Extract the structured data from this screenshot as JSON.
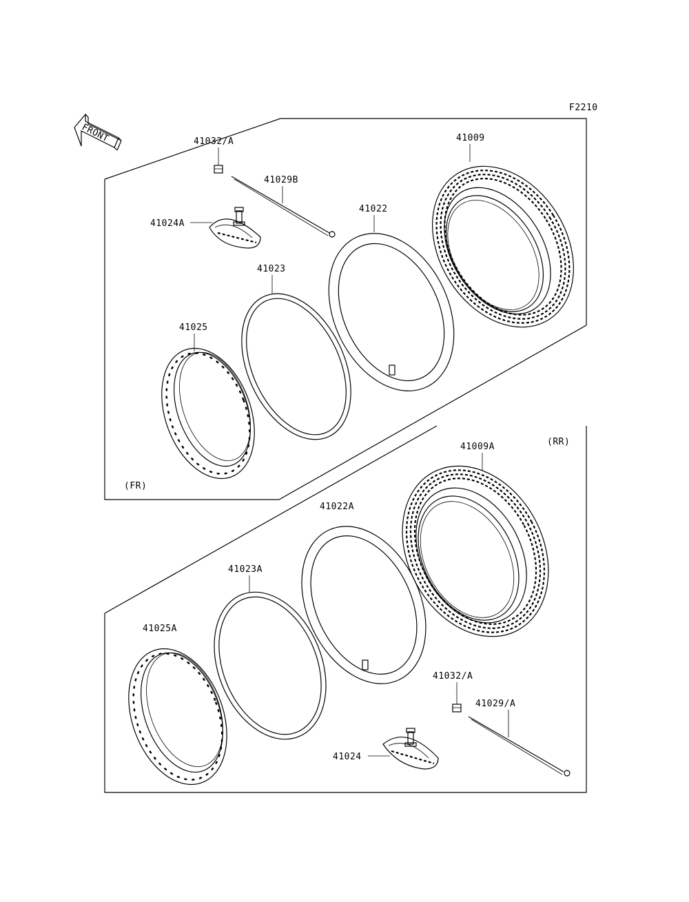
{
  "figure_code": "F2210",
  "front_arrow_text": "FRONT",
  "sections": {
    "front": {
      "tag": "(FR)"
    },
    "rear": {
      "tag": "(RR)"
    }
  },
  "parts": {
    "p41032_top": "41032/A",
    "p41029B": "41029B",
    "p41009": "41009",
    "p41022": "41022",
    "p41024A": "41024A",
    "p41023": "41023",
    "p41025": "41025",
    "p41009A": "41009A",
    "p41022A": "41022A",
    "p41023A": "41023A",
    "p41025A": "41025A",
    "p41032_bottom": "41032/A",
    "p41029A": "41029/A",
    "p41024": "41024"
  }
}
